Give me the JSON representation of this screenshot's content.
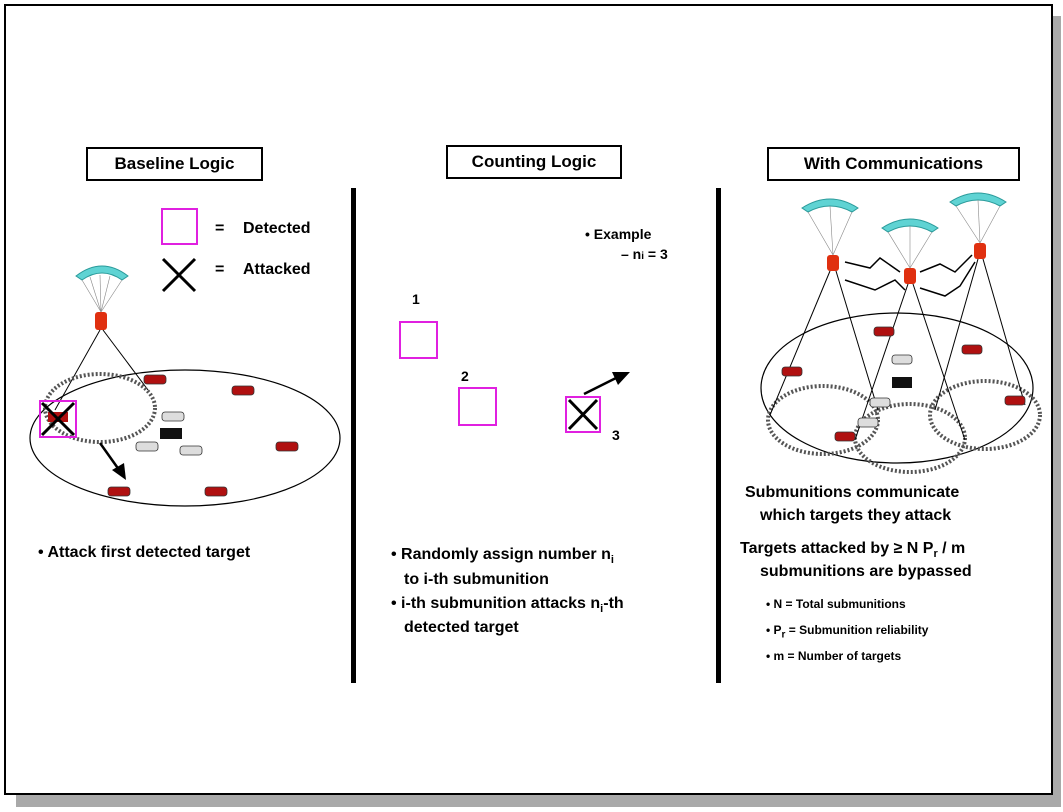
{
  "titles": {
    "baseline": "Baseline Logic",
    "counting": "Counting Logic",
    "comms": "With Communications"
  },
  "legend": {
    "eq1": "=",
    "detected": "Detected",
    "eq2": "=",
    "attacked": "Attacked"
  },
  "baseline": {
    "bullet": "• Attack first detected target"
  },
  "counting": {
    "example_bullet": "• Example",
    "example_sub": "– n",
    "example_sub_i": "i",
    "example_sub_rest": " = 3",
    "label1": "1",
    "label2": "2",
    "label3": "3",
    "bullet1_a": "• Randomly assign number n",
    "bullet1_sub": "i",
    "bullet1_b": "to i-th submunition",
    "bullet2_a": "• i-th submunition attacks n",
    "bullet2_sub": "i",
    "bullet2_c": "-th",
    "bullet2_b": "detected target"
  },
  "comms": {
    "line1": "Submunitions communicate",
    "line2": "which targets they attack",
    "line3_a": "Targets attacked by ≥ N P",
    "line3_sub": "r",
    "line3_b": " / m",
    "line4": "submunitions are bypassed",
    "item1": "• N = Total submunitions",
    "item2_a": "• P",
    "item2_sub": "r",
    "item2_b": " = Submunition reliability",
    "item3": "• m = Number of targets"
  },
  "colors": {
    "detected_box": "#e020e0",
    "parachute": "#5fd3d3",
    "submunition": "#e03010",
    "tank": "#b01010"
  }
}
